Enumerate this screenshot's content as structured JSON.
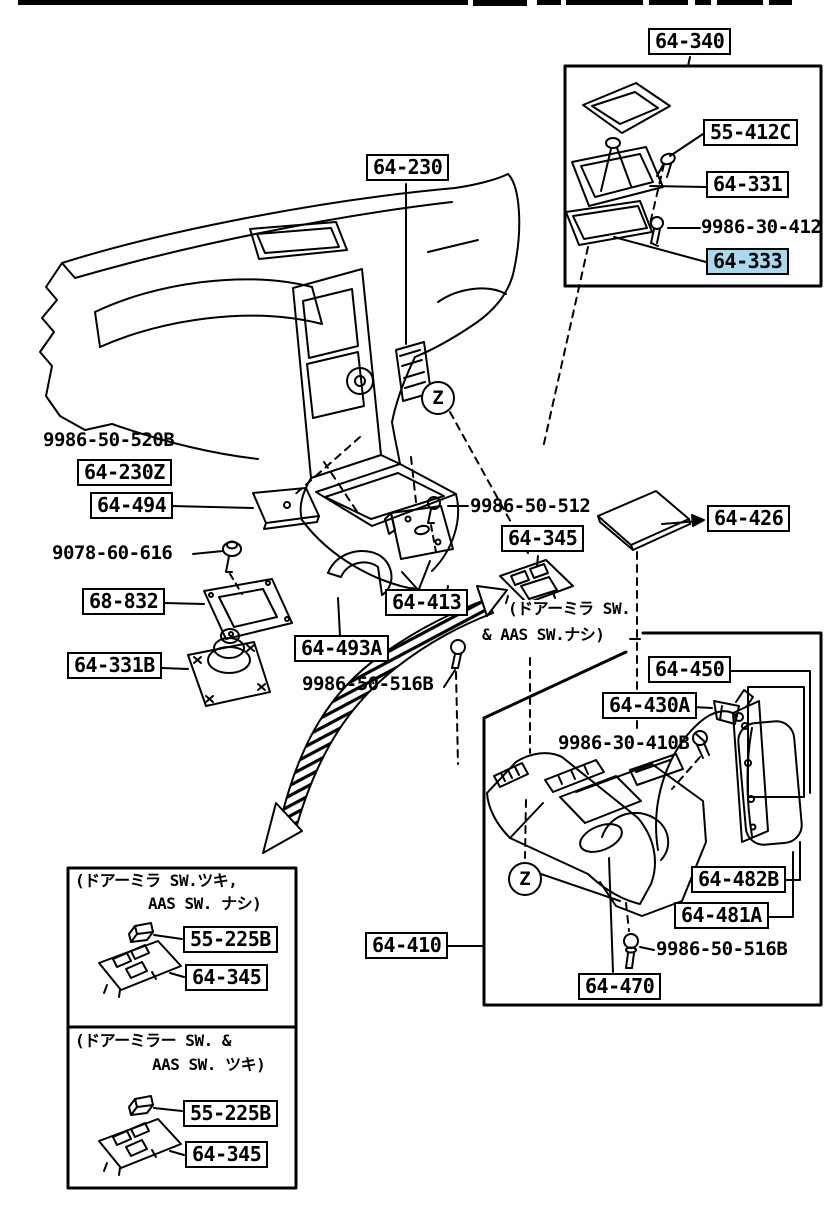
{
  "title": "Console parts diagram",
  "colors": {
    "ink": "#000000",
    "paper": "#ffffff",
    "highlight": "#a9d9ec"
  },
  "zone_marker": "Z",
  "labels": {
    "p64_340": "64-340",
    "p55_412c": "55-412C",
    "p64_331": "64-331",
    "p9986_30_412": "9986-30-412",
    "p64_333": "64-333",
    "p64_230": "64-230",
    "p9986_50_520b": "9986-50-520B",
    "p64_230z": "64-230Z",
    "p64_494": "64-494",
    "p9078_60_616": "9078-60-616",
    "p68_832": "68-832",
    "p64_331b": "64-331B",
    "p64_493a": "64-493A",
    "p64_413": "64-413",
    "p9986_50_512": "9986-50-512",
    "p64_345": "64-345",
    "p64_426": "64-426",
    "p64_450": "64-450",
    "p64_430a": "64-430A",
    "p9986_30_410b": "9986-30-410B",
    "p9986_50_516b": "9986-50-516B",
    "p64_482b": "64-482B",
    "p64_481a": "64-481A",
    "p64_410": "64-410",
    "p64_470": "64-470",
    "p55_225b": "55-225B"
  },
  "captions": {
    "main_line1": "(ドアーミラ SW.",
    "main_line2": "& AAS SW.ナシ)",
    "box1_line1": "(ドアーミラ SW.ツキ,",
    "box1_line2": "AAS SW. ナシ)",
    "box2_line1": "(ドアーミラー SW. &",
    "box2_line2": "AAS SW. ツキ)"
  }
}
